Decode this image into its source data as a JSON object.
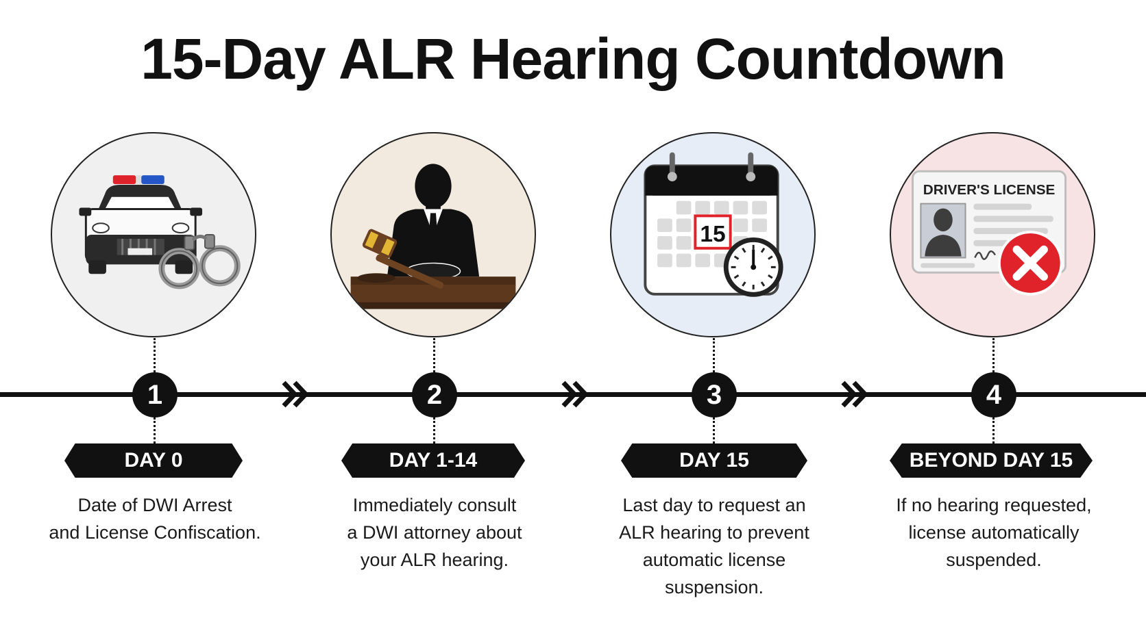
{
  "title": "15-Day ALR Hearing Countdown",
  "colors": {
    "step1_bg": "#f0f0f0",
    "step2_bg": "#f3eadf",
    "step3_bg": "#e6edf6",
    "step4_bg": "#f8e3e4",
    "accent_red": "#e0232b",
    "ink": "#111111"
  },
  "steps": [
    {
      "number": "1",
      "label": "DAY 0",
      "description_lines": [
        "Date of DWI Arrest",
        "and License Confiscation."
      ],
      "icon": "police-car-handcuffs-icon"
    },
    {
      "number": "2",
      "label": "DAY 1-14",
      "description_lines": [
        "Immediately consult",
        "a DWI attorney about",
        "your ALR hearing."
      ],
      "icon": "attorney-gavel-icon"
    },
    {
      "number": "3",
      "label": "DAY 15",
      "description_lines": [
        "Last day to request an",
        "ALR hearing to prevent",
        "automatic license",
        "suspension."
      ],
      "icon": "calendar-clock-icon",
      "calendar_day": "15"
    },
    {
      "number": "4",
      "label": "BEYOND DAY 15",
      "description_lines": [
        "If no hearing requested,",
        "license automatically",
        "suspended."
      ],
      "icon": "license-rejected-icon",
      "card_title": "DRIVER'S LICENSE"
    }
  ]
}
